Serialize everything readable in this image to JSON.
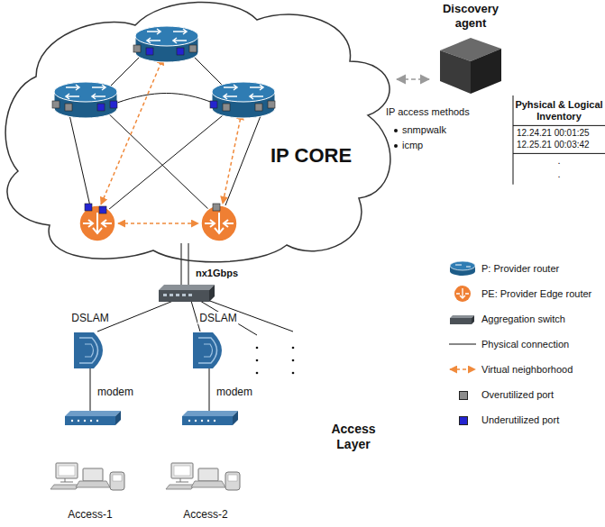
{
  "diagram": {
    "nodes": [
      {
        "text": [
          "IP CORE"
        ]
      },
      {
        "text": [
          "Discovery agent"
        ]
      }
    ],
    "edges": [
      {
        "from": 0,
        "to": 1,
        "arrow": "both"
      }
    ],
    "labels": [
      "IP access methods",
      "snmpwalk",
      "icmp",
      "Pyhsical & Logical Inventory",
      "12.24.21 00:01:25",
      "12.25.21 00:03:42",
      ".",
      ".",
      "nx1Gbps",
      "DSLAM",
      "DSLAM",
      "modem",
      "modem",
      "Access Layer",
      "Access-1",
      "Access-2"
    ],
    "legend": [
      {
        "text": "P: Provider router"
      },
      {
        "text": "PE: Provider Edge router"
      },
      {
        "text": "Aggregation switch"
      },
      {
        "text": "Physical connection"
      },
      {
        "text": "Virtual neighborhood"
      },
      {
        "text": "Overutilized port",
        "color": "#8c8c8c"
      },
      {
        "text": "Underutilized port",
        "color": "#2424d0"
      }
    ]
  }
}
